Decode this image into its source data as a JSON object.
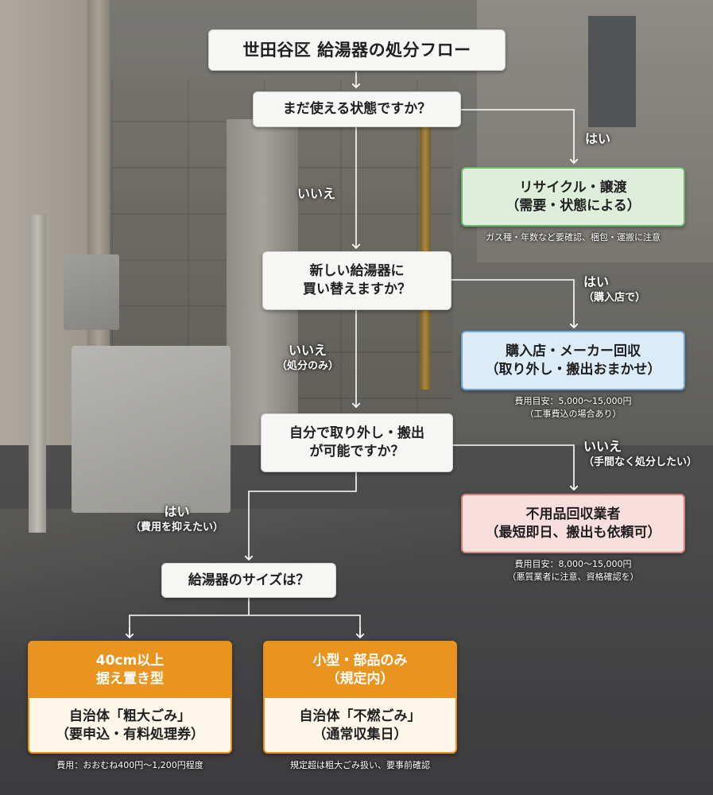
{
  "title": "世田谷区 給湯器の処分フロー",
  "questions": {
    "q1": "まだ使える状態ですか？",
    "q2_line1": "新しい給湯器に",
    "q2_line2": "買い替えますか？",
    "q3_line1": "自分で取り外し・搬出",
    "q3_line2": "が可能ですか？",
    "q4": "給湯器のサイズは？"
  },
  "edges": {
    "q1_yes": "はい",
    "q1_no": "いいえ",
    "q2_yes": "はい",
    "q2_yes_sub": "（購入店で）",
    "q2_no": "いいえ",
    "q2_no_sub": "（処分のみ）",
    "q3_no": "いいえ",
    "q3_no_sub": "（手間なく処分したい）",
    "q3_yes": "はい",
    "q3_yes_sub": "（費用を抑えたい）"
  },
  "outcomes": {
    "recycle": {
      "line1": "リサイクル・譲渡",
      "line2": "（需要・状態による）",
      "note": "ガス種・年数など要確認、梱包・運搬に注意",
      "color": "#6ab66a"
    },
    "store": {
      "line1": "購入店・メーカー回収",
      "line2": "（取り外し・搬出おまかせ）",
      "note1": "費用目安：5,000〜15,000円",
      "note2": "（工事費込の場合あり）",
      "color": "#6fa4d6"
    },
    "vendor": {
      "line1": "不用品回収業者",
      "line2": "（最短即日、搬出も依頼可）",
      "note1": "費用目安：8,000〜15,000円",
      "note2": "（悪質業者に注意、資格確認を）",
      "color": "#d9807c"
    },
    "large": {
      "head1": "40cm以上",
      "head2": "据え置き型",
      "body1": "自治体「粗大ごみ」",
      "body2": "（要申込・有料処理券）",
      "note": "費用：おおむね400円〜1,200円程度",
      "color": "#ea9420"
    },
    "small": {
      "head1": "小型・部品のみ",
      "head2": "（規定内）",
      "body1": "自治体「不燃ごみ」",
      "body2": "（通常収集日）",
      "note": "規定超は粗大ごみ扱い、要事前確認",
      "color": "#ea9420"
    }
  }
}
